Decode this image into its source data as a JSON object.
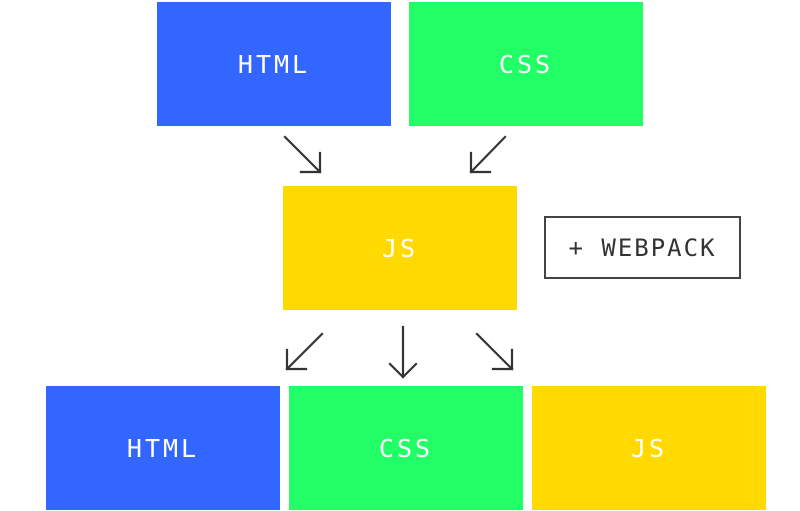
{
  "top_row": {
    "html": {
      "label": "HTML",
      "color": "#3366ff"
    },
    "css": {
      "label": "CSS",
      "color": "#22ff66"
    }
  },
  "middle": {
    "js": {
      "label": "JS",
      "color": "#ffd900"
    },
    "webpack": {
      "label": "+ WEBPACK"
    }
  },
  "bottom_row": {
    "html": {
      "label": "HTML",
      "color": "#3366ff"
    },
    "css": {
      "label": "CSS",
      "color": "#22ff66"
    },
    "js": {
      "label": "JS",
      "color": "#ffd900"
    }
  },
  "arrows": [
    {
      "id": "html-to-js",
      "direction": "down-right"
    },
    {
      "id": "css-to-js",
      "direction": "down-left"
    },
    {
      "id": "js-to-html",
      "direction": "down-left"
    },
    {
      "id": "js-to-css",
      "direction": "down"
    },
    {
      "id": "js-to-js",
      "direction": "down-right"
    }
  ]
}
